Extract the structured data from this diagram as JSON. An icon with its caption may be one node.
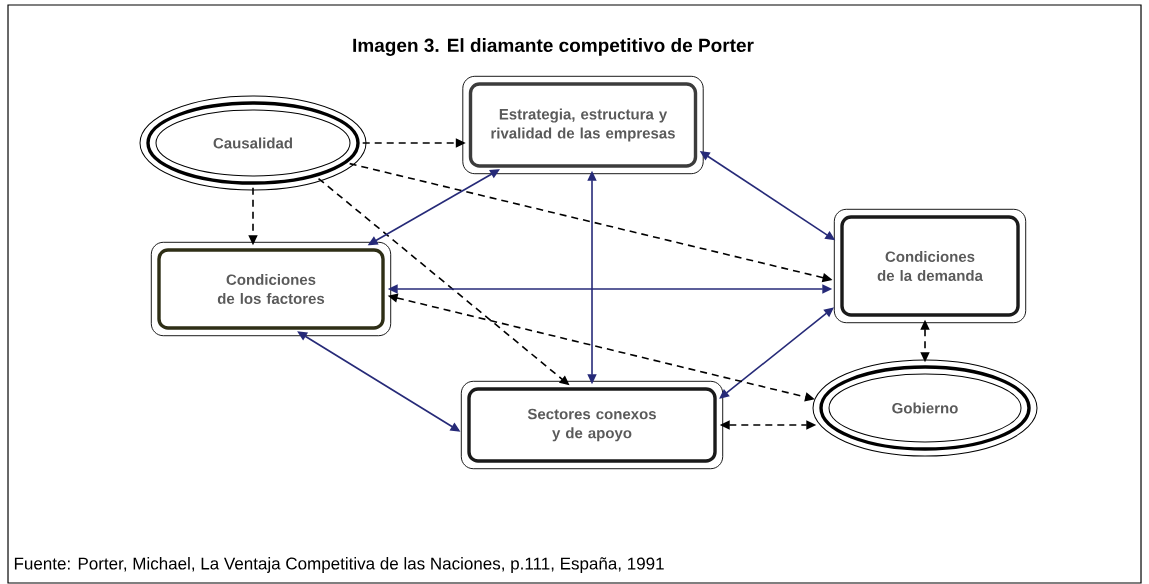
{
  "diagram": {
    "title": "Imagen 3. El diamante competitivo de Porter",
    "caption": "Fuente: Porter, Michael, La Ventaja Competitiva de las Naciones, p.111, España, 1991",
    "nodes": [
      {
        "text": [
          "Causalidad"
        ]
      },
      {
        "text": [
          "Estrategia, estructura y rivalidad de las empresas"
        ]
      },
      {
        "text": [
          "Condiciones de la demanda"
        ]
      },
      {
        "text": [
          "Condiciones de los factores"
        ]
      },
      {
        "text": [
          "Sectores conexos y de apoyo"
        ]
      },
      {
        "text": [
          "Gobierno"
        ]
      }
    ],
    "edges": [
      {
        "from": 0,
        "to": 1,
        "arrow": "to",
        "style": "dashed"
      },
      {
        "from": 0,
        "to": 2,
        "arrow": "to",
        "style": "dashed"
      },
      {
        "from": 0,
        "to": 3,
        "arrow": "to",
        "style": "dashed"
      },
      {
        "from": 0,
        "to": 4,
        "arrow": "to",
        "style": "dashed"
      },
      {
        "from": 1,
        "to": 3,
        "arrow": "both",
        "color": "#262a78"
      },
      {
        "from": 1,
        "to": 2,
        "arrow": "both",
        "color": "#262a78"
      },
      {
        "from": 1,
        "to": 4,
        "arrow": "both",
        "color": "#262a78"
      },
      {
        "from": 3,
        "to": 2,
        "arrow": "both",
        "color": "#262a78"
      },
      {
        "from": 3,
        "to": 4,
        "arrow": "both",
        "color": "#262a78"
      },
      {
        "from": 4,
        "to": 2,
        "arrow": "both",
        "color": "#262a78"
      },
      {
        "from": 3,
        "to": 5,
        "arrow": "both",
        "style": "dashed"
      },
      {
        "from": 2,
        "to": 5,
        "arrow": "both",
        "style": "dashed"
      },
      {
        "from": 4,
        "to": 5,
        "arrow": "both",
        "style": "dashed"
      }
    ]
  }
}
